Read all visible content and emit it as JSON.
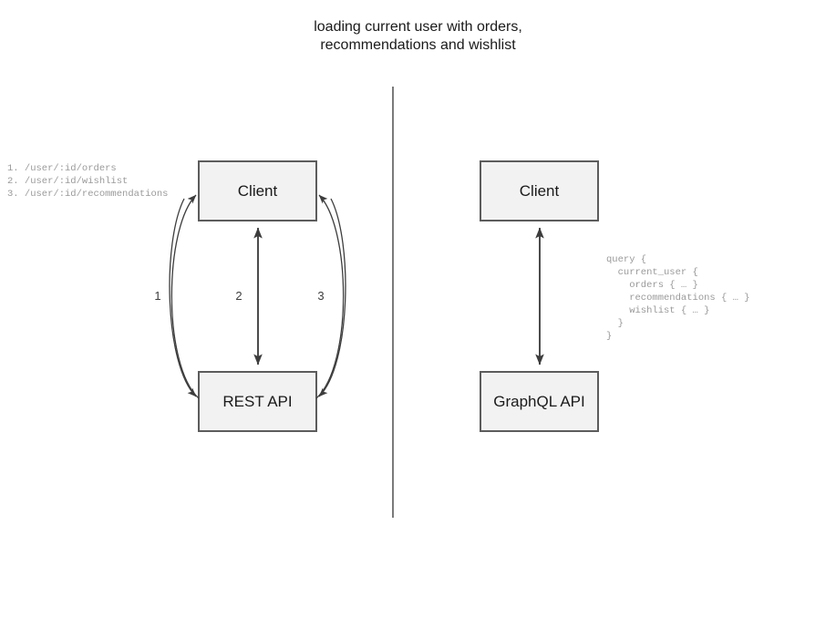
{
  "title": "loading current user with orders,\nrecommendations and wishlist",
  "divider": {
    "name": "vertical-divider"
  },
  "left_panel": {
    "client_label": "Client",
    "api_label": "REST API",
    "endpoints": "1. /user/:id/orders\n2. /user/:id/wishlist\n3. /user/:id/recommendations",
    "edge_labels": [
      "1",
      "2",
      "3"
    ]
  },
  "right_panel": {
    "client_label": "Client",
    "api_label": "GraphQL API",
    "query": "query {\n  current_user {\n    orders { … }\n    recommendations { … }\n    wishlist { … }\n  }\n}"
  },
  "colors": {
    "box_fill": "#f2f2f2",
    "box_border": "#5c5c5c",
    "divider": "#7a7a7a",
    "arrow": "#3d3d3d",
    "code_text": "#9a9a9a",
    "title_text": "#1a1a1a"
  }
}
